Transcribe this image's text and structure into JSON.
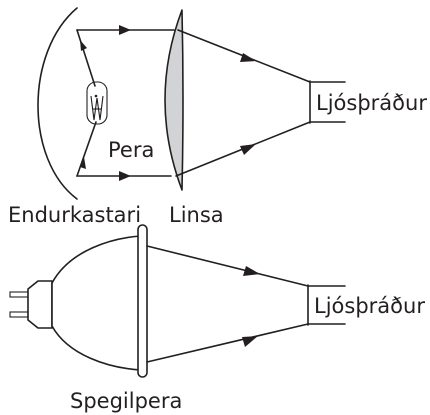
{
  "diagram": {
    "top": {
      "bulb_label": "Pera",
      "reflector_label": "Endurkastari",
      "lens_label": "Linsa",
      "fiber_label": "Ljósþráður"
    },
    "bottom": {
      "fiber_label": "Ljósþráður",
      "lamp_label": "Spegilpera"
    },
    "colors": {
      "ink": "#231f20",
      "lens_fill": "#d1d3d4"
    }
  }
}
